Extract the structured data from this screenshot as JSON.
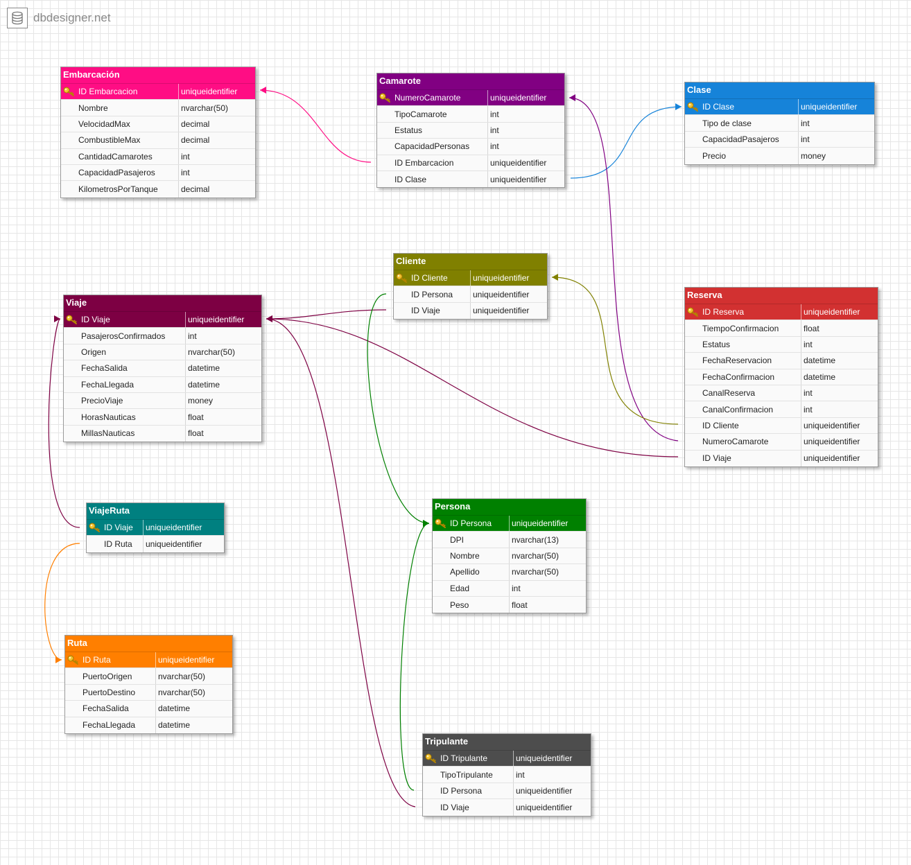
{
  "brand": {
    "name": "dbdesigner.net",
    "icon": "database-icon"
  },
  "tables": [
    {
      "id": "embarcacion",
      "name": "Embarcación",
      "color": "#ff0d84",
      "fields": [
        {
          "name": "ID Embarcacion",
          "type": "uniqueidentifier",
          "pk": true
        },
        {
          "name": "Nombre",
          "type": "nvarchar(50)"
        },
        {
          "name": "VelocidadMax",
          "type": "decimal"
        },
        {
          "name": "CombustibleMax",
          "type": "decimal"
        },
        {
          "name": "CantidadCamarotes",
          "type": "int"
        },
        {
          "name": "CapacidadPasajeros",
          "type": "int"
        },
        {
          "name": "KilometrosPorTanque",
          "type": "decimal"
        }
      ]
    },
    {
      "id": "camarote",
      "name": "Camarote",
      "color": "#810082",
      "fields": [
        {
          "name": "NumeroCamarote",
          "type": "uniqueidentifier",
          "pk": true
        },
        {
          "name": "TipoCamarote",
          "type": "int"
        },
        {
          "name": "Estatus",
          "type": "int"
        },
        {
          "name": "CapacidadPersonas",
          "type": "int"
        },
        {
          "name": "ID Embarcacion",
          "type": "uniqueidentifier"
        },
        {
          "name": "ID Clase",
          "type": "uniqueidentifier"
        }
      ]
    },
    {
      "id": "clase",
      "name": "Clase",
      "color": "#1683d9",
      "fields": [
        {
          "name": "ID Clase",
          "type": "uniqueidentifier",
          "pk": true
        },
        {
          "name": "Tipo de clase",
          "type": "int"
        },
        {
          "name": "CapacidadPasajeros",
          "type": "int"
        },
        {
          "name": "Precio",
          "type": "money"
        }
      ]
    },
    {
      "id": "cliente",
      "name": "Cliente",
      "color": "#808000",
      "fields": [
        {
          "name": "ID Cliente",
          "type": "uniqueidentifier",
          "pk": true
        },
        {
          "name": "ID Persona",
          "type": "uniqueidentifier"
        },
        {
          "name": "ID Viaje",
          "type": "uniqueidentifier"
        }
      ]
    },
    {
      "id": "viaje",
      "name": "Viaje",
      "color": "#7d0043",
      "fields": [
        {
          "name": "ID Viaje",
          "type": "uniqueidentifier",
          "pk": true
        },
        {
          "name": "PasajerosConfirmados",
          "type": "int"
        },
        {
          "name": "Origen",
          "type": "nvarchar(50)"
        },
        {
          "name": "FechaSalida",
          "type": "datetime"
        },
        {
          "name": "FechaLlegada",
          "type": "datetime"
        },
        {
          "name": "PrecioViaje",
          "type": "money"
        },
        {
          "name": "HorasNauticas",
          "type": "float"
        },
        {
          "name": "MillasNauticas",
          "type": "float"
        }
      ]
    },
    {
      "id": "reserva",
      "name": "Reserva",
      "color": "#d23131",
      "fields": [
        {
          "name": "ID Reserva",
          "type": "uniqueidentifier",
          "pk": true
        },
        {
          "name": "TiempoConfirmacion",
          "type": "float"
        },
        {
          "name": "Estatus",
          "type": "int"
        },
        {
          "name": "FechaReservacion",
          "type": "datetime"
        },
        {
          "name": "FechaConfirmacion",
          "type": "datetime"
        },
        {
          "name": "CanalReserva",
          "type": "int"
        },
        {
          "name": "CanalConfirmacion",
          "type": "int"
        },
        {
          "name": "ID Cliente",
          "type": "uniqueidentifier"
        },
        {
          "name": "NumeroCamarote",
          "type": "uniqueidentifier"
        },
        {
          "name": "ID Viaje",
          "type": "uniqueidentifier"
        }
      ]
    },
    {
      "id": "viajeruta",
      "name": "ViajeRuta",
      "color": "#008080",
      "fields": [
        {
          "name": "ID Viaje",
          "type": "uniqueidentifier",
          "pk": true
        },
        {
          "name": "ID Ruta",
          "type": "uniqueidentifier"
        }
      ]
    },
    {
      "id": "persona",
      "name": "Persona",
      "color": "#008000",
      "fields": [
        {
          "name": "ID Persona",
          "type": "uniqueidentifier",
          "pk": true
        },
        {
          "name": "DPI",
          "type": "nvarchar(13)"
        },
        {
          "name": "Nombre",
          "type": "nvarchar(50)"
        },
        {
          "name": "Apellido",
          "type": "nvarchar(50)"
        },
        {
          "name": "Edad",
          "type": "int"
        },
        {
          "name": "Peso",
          "type": "float"
        }
      ]
    },
    {
      "id": "ruta",
      "name": "Ruta",
      "color": "#ff7f00",
      "fields": [
        {
          "name": "ID Ruta",
          "type": "uniqueidentifier",
          "pk": true
        },
        {
          "name": "PuertoOrigen",
          "type": "nvarchar(50)"
        },
        {
          "name": "PuertoDestino",
          "type": "nvarchar(50)"
        },
        {
          "name": "FechaSalida",
          "type": "datetime"
        },
        {
          "name": "FechaLlegada",
          "type": "datetime"
        }
      ]
    },
    {
      "id": "tripulante",
      "name": "Tripulante",
      "color": "#4d4d4d",
      "fields": [
        {
          "name": "ID Tripulante",
          "type": "uniqueidentifier",
          "pk": true
        },
        {
          "name": "TipoTripulante",
          "type": "int"
        },
        {
          "name": "ID Persona",
          "type": "uniqueidentifier"
        },
        {
          "name": "ID Viaje",
          "type": "uniqueidentifier"
        }
      ]
    }
  ],
  "relations": [
    {
      "from": "camarote",
      "from_field": "ID Embarcacion",
      "to": "embarcacion",
      "color": "#ff0d84"
    },
    {
      "from": "camarote",
      "from_field": "ID Clase",
      "to": "clase",
      "color": "#1683d9"
    },
    {
      "from": "reserva",
      "from_field": "NumeroCamarote",
      "to": "camarote",
      "color": "#810082"
    },
    {
      "from": "reserva",
      "from_field": "ID Cliente",
      "to": "cliente",
      "color": "#808000"
    },
    {
      "from": "reserva",
      "from_field": "ID Viaje",
      "to": "viaje",
      "color": "#7d0043"
    },
    {
      "from": "cliente",
      "from_field": "ID Viaje",
      "to": "viaje",
      "color": "#7d0043"
    },
    {
      "from": "cliente",
      "from_field": "ID Persona",
      "to": "persona",
      "color": "#008000"
    },
    {
      "from": "viajeruta",
      "from_field": "ID Viaje",
      "to": "viaje",
      "color": "#7d0043"
    },
    {
      "from": "viajeruta",
      "from_field": "ID Ruta",
      "to": "ruta",
      "color": "#ff7f00"
    },
    {
      "from": "tripulante",
      "from_field": "ID Persona",
      "to": "persona",
      "color": "#008000"
    },
    {
      "from": "tripulante",
      "from_field": "ID Viaje",
      "to": "viaje",
      "color": "#7d0043"
    }
  ]
}
